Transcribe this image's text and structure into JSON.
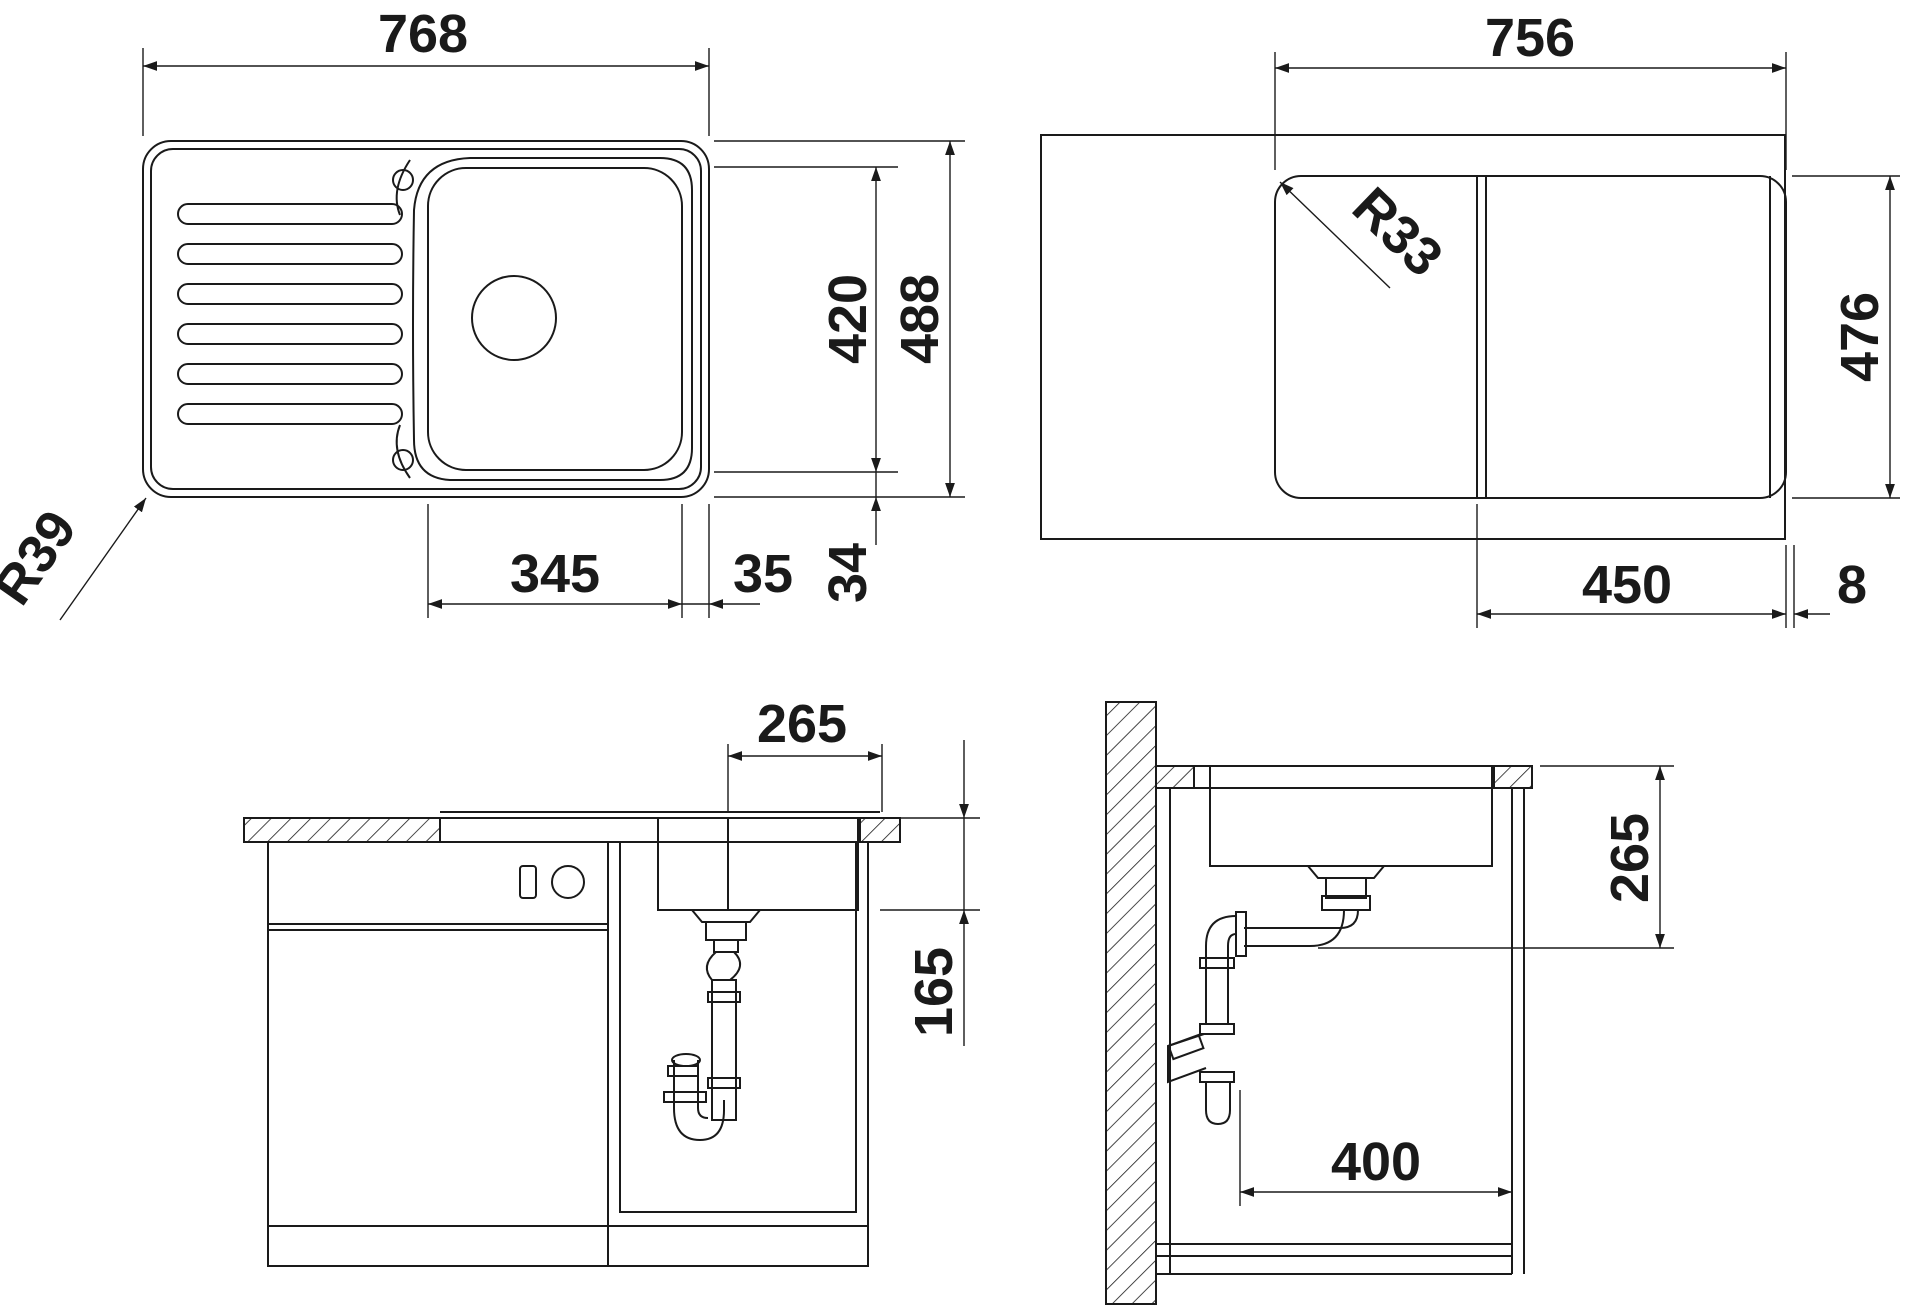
{
  "top_view": {
    "width": "768",
    "height_inner": "420",
    "height_outer": "488",
    "corner_radius": "R39",
    "bowl_width": "345",
    "side_offset": "35",
    "bottom_offset": "34"
  },
  "cutout_view": {
    "width": "756",
    "height": "476",
    "corner_radius": "R33",
    "bowl_width": "450",
    "edge_offset": "8"
  },
  "front_view": {
    "drain_offset": "265",
    "bowl_depth": "165"
  },
  "side_view": {
    "drain_height": "265",
    "wall_distance": "400"
  },
  "colors": {
    "line": "#1a1a1a",
    "background": "#ffffff"
  }
}
